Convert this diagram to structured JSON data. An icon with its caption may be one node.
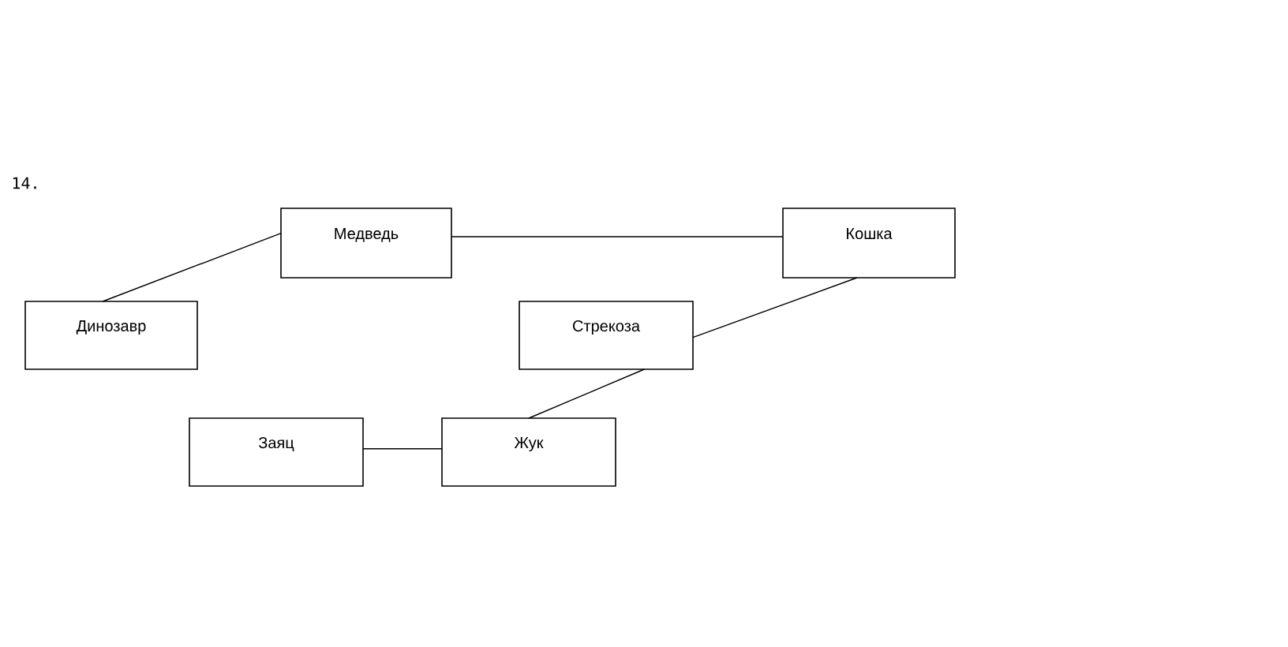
{
  "diagram": {
    "nodes": [
      {
        "text": [
          "Медведь"
        ]
      },
      {
        "text": [
          "Кошка"
        ]
      },
      {
        "text": [
          "Динозавр"
        ]
      },
      {
        "text": [
          "Стрекоза"
        ]
      },
      {
        "text": [
          "Заяц"
        ]
      },
      {
        "text": [
          "Жук"
        ]
      }
    ],
    "edges": [
      {
        "from": 0,
        "to": 2,
        "arrow": "none"
      },
      {
        "from": 0,
        "to": 1,
        "arrow": "none"
      },
      {
        "from": 1,
        "to": 3,
        "arrow": "none"
      },
      {
        "from": 3,
        "to": 5,
        "arrow": "none"
      },
      {
        "from": 4,
        "to": 5,
        "arrow": "none"
      }
    ],
    "labels": [
      "14."
    ]
  }
}
